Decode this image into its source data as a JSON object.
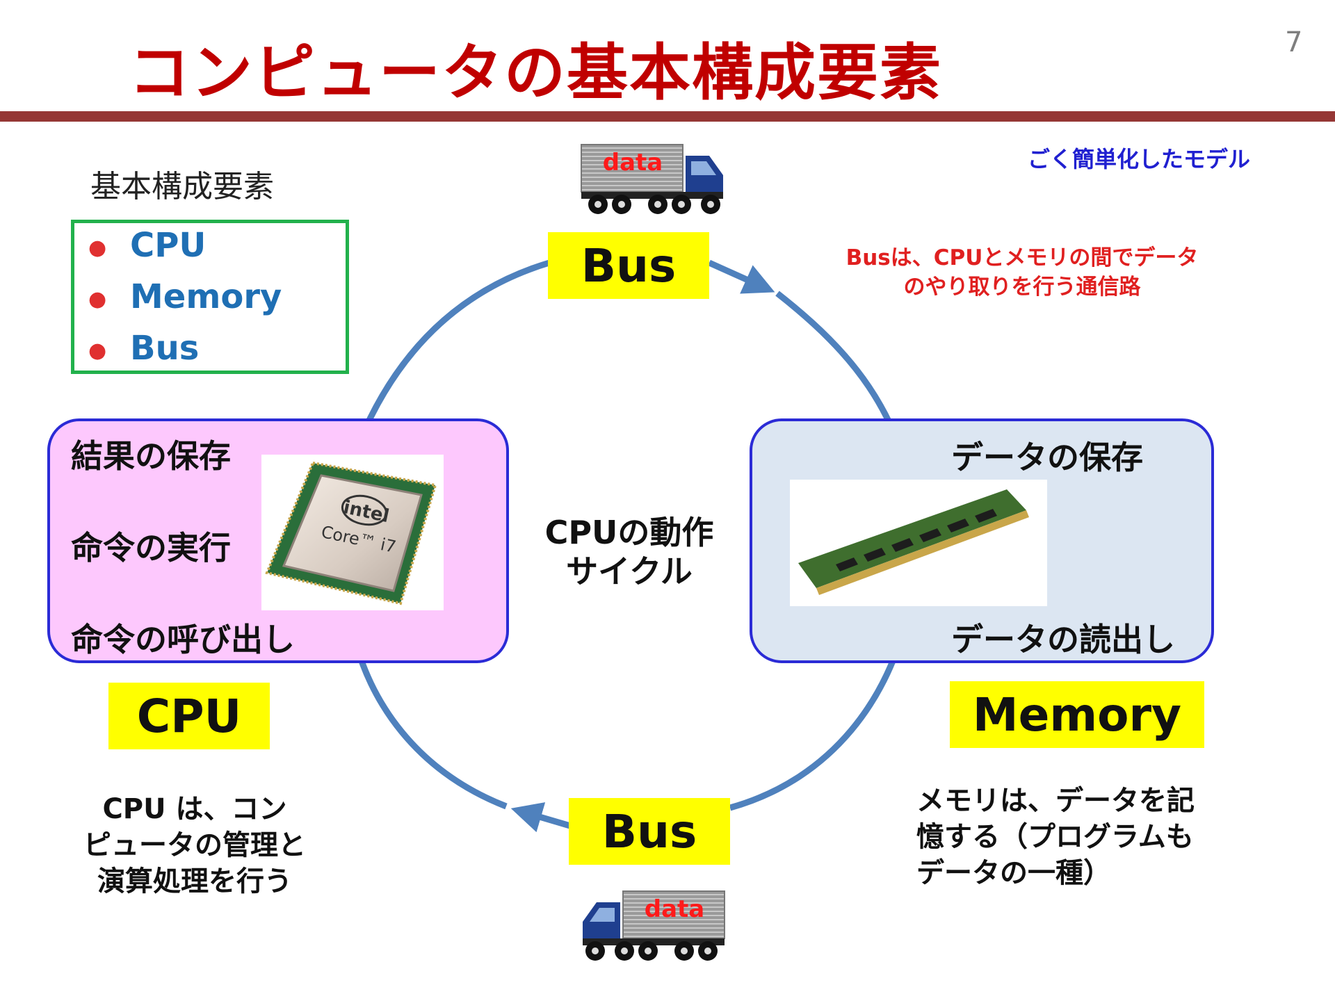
{
  "slide": {
    "title": "コンピュータの基本構成要素",
    "page_number": "7",
    "note": "ごく簡単化したモデル"
  },
  "components": {
    "heading": "基本構成要素",
    "items": [
      "CPU",
      "Memory",
      "Bus"
    ]
  },
  "cpu": {
    "label": "CPU",
    "steps": [
      "結果の保存",
      "命令の実行",
      "命令の呼び出し"
    ],
    "chip_brand": "intel",
    "chip_model": "Core™ i7",
    "description_lines": [
      "CPU は、コン",
      "ピュータの管理と",
      "演算処理を行う"
    ]
  },
  "memory": {
    "label": "Memory",
    "steps": [
      "データの保存",
      "データの読出し"
    ],
    "description_lines": [
      "メモリは、データを記",
      "憶する（プログラムも",
      "データの一種）"
    ]
  },
  "bus": {
    "top_label": "Bus",
    "bottom_label": "Bus",
    "truck_cargo": "data",
    "description_lines": [
      "Busは、CPUとメモリの間でデータ",
      "のやり取りを行う通信路"
    ]
  },
  "cycle": {
    "lines": [
      "CPUの動作",
      "サイクル"
    ]
  },
  "colors": {
    "title": "#c00000",
    "rule": "#953735",
    "arrow": "#4f81bd",
    "label_bg": "#ffff00",
    "cpu_panel": "#fdc8fd",
    "memory_panel": "#dce6f2",
    "panel_border": "#2b2bd6",
    "component_box": "#22b14c"
  }
}
